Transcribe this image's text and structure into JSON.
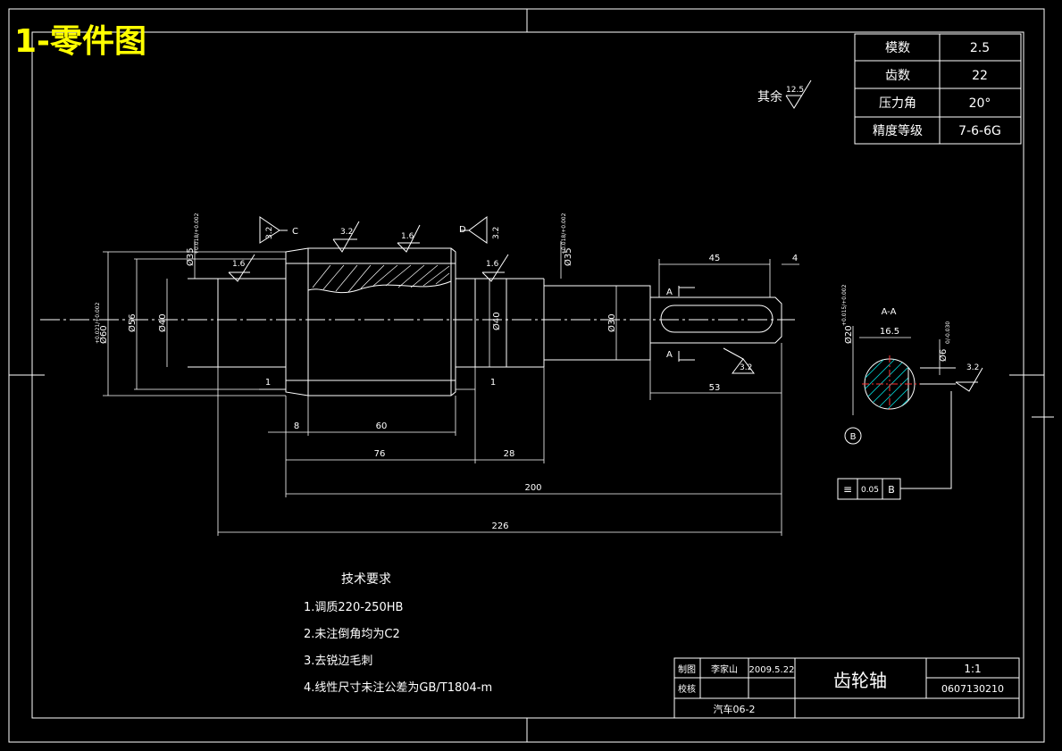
{
  "sheet_title": "1-零件图",
  "gear_params": [
    {
      "label": "模数",
      "value": "2.5"
    },
    {
      "label": "齿数",
      "value": "22"
    },
    {
      "label": "压力角",
      "value": "20°"
    },
    {
      "label": "精度等级",
      "value": "7-6-6G"
    }
  ],
  "roughness_other": {
    "label": "其余",
    "value": "12.5"
  },
  "roughness_marks": [
    "3.2",
    "3.2",
    "1.6",
    "3.2",
    "1.6",
    "1.6",
    "3.2",
    "3.2"
  ],
  "datum_labels": [
    "C",
    "D",
    "B"
  ],
  "section_labels": {
    "cut_top": "A",
    "cut_bottom": "A",
    "section_title": "A-A"
  },
  "diameters": [
    {
      "text": "Ø60",
      "tol": "+0.021/+0.002"
    },
    {
      "text": "Ø56"
    },
    {
      "text": "Ø40"
    },
    {
      "text": "Ø35",
      "tol": "+0.018/+0.002"
    },
    {
      "text": "Ø40"
    },
    {
      "text": "Ø35",
      "tol": "+0.018/+0.002"
    },
    {
      "text": "Ø30"
    },
    {
      "text": "Ø20",
      "tol": "+0.015/+0.002"
    },
    {
      "text": "Ø6",
      "tol": "0/-0.030"
    }
  ],
  "lengths": [
    "45",
    "4",
    "53",
    "1",
    "1",
    "8",
    "60",
    "76",
    "28",
    "200",
    "226",
    "16.5"
  ],
  "tolerance_frame": {
    "symbol": "≡",
    "value": "0.05",
    "datum": "B"
  },
  "tech_requirements": {
    "title": "技术要求",
    "items": [
      "1.调质220-250HB",
      "2.未注倒角均为C2",
      "3.去锐边毛刺",
      "4.线性尺寸未注公差为GB/T1804-m"
    ]
  },
  "title_block": {
    "drawn_label": "制图",
    "drawn_by": "李家山",
    "date": "2009.5.22",
    "checked_label": "校核",
    "part_name": "齿轮轴",
    "scale": "1:1",
    "drawing_no": "0607130210",
    "class_name": "汽车06-2"
  }
}
